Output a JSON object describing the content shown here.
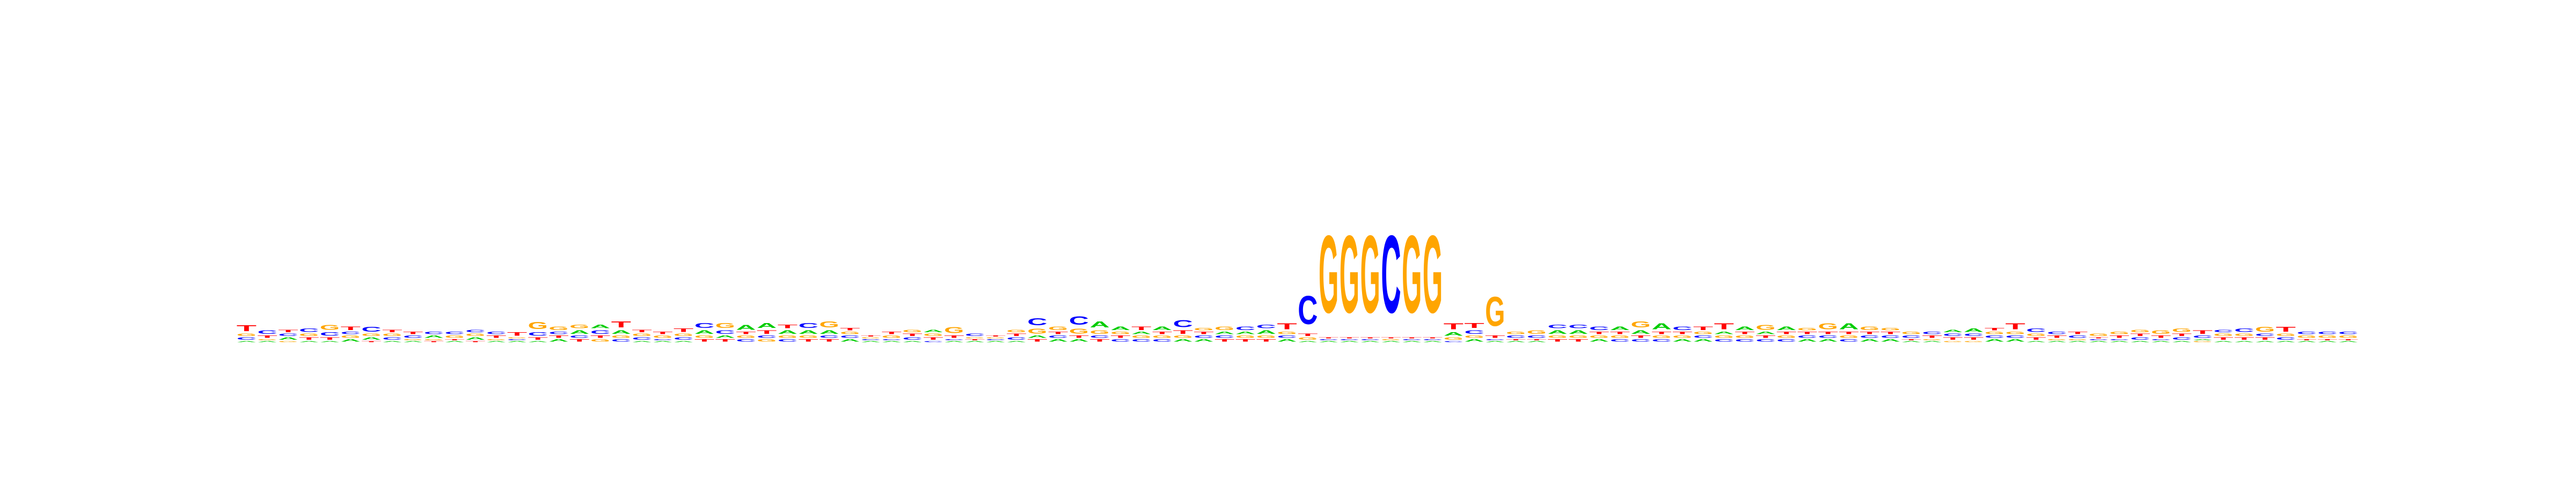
{
  "chart_data": {
    "type": "sequence_logo",
    "alphabet": [
      "A",
      "C",
      "G",
      "T"
    ],
    "colors": {
      "A": "#00cc00",
      "C": "#0000ff",
      "G": "#ffa500",
      "T": "#ff0000"
    },
    "title": "",
    "xlabel": "",
    "ylabel": "",
    "axes_visible": false,
    "ylim": [
      0,
      2
    ],
    "positions": [
      {
        "C": 0.02,
        "G": 0.02,
        "T": 0.05,
        "A": 0.01
      },
      {
        "A": 0.01,
        "C": 0.03,
        "G": 0.01,
        "T": 0.02
      },
      {
        "A": 0.02,
        "G": 0.01,
        "C": 0.02,
        "T": 0.02
      },
      {
        "A": 0.01,
        "T": 0.02,
        "C": 0.03,
        "G": 0.02
      },
      {
        "A": 0.01,
        "T": 0.02,
        "C": 0.03,
        "G": 0.04
      },
      {
        "A": 0.02,
        "G": 0.02,
        "T": 0.03,
        "C": 0.02
      },
      {
        "T": 0.01,
        "A": 0.02,
        "G": 0.02,
        "C": 0.04
      },
      {
        "A": 0.01,
        "C": 0.02,
        "G": 0.02,
        "T": 0.02
      },
      {
        "A": 0.01,
        "G": 0.01,
        "C": 0.02,
        "T": 0.02
      },
      {
        "A": 0.02,
        "C": 0.02,
        "T": 0.01,
        "G": 0.01
      },
      {
        "A": 0.01,
        "T": 0.01,
        "G": 0.02,
        "C": 0.02
      },
      {
        "A": 0.02,
        "G": 0.02,
        "C": 0.02,
        "T": 0.01
      },
      {
        "A": 0.01,
        "T": 0.02,
        "C": 0.02,
        "G": 0.01
      },
      {
        "A": 0.01,
        "C": 0.01,
        "T": 0.03,
        "G": 0.01
      },
      {
        "A": 0.01,
        "C": 0.03,
        "T": 0.02,
        "G": 0.06
      },
      {
        "A": 0.02,
        "G": 0.03,
        "T": 0.02,
        "C": 0.02
      },
      {
        "A": 0.03,
        "T": 0.02,
        "C": 0.02,
        "G": 0.03
      },
      {
        "C": 0.03,
        "A": 0.03,
        "G": 0.02,
        "T": 0.02
      },
      {
        "C": 0.02,
        "G": 0.02,
        "A": 0.03,
        "T": 0.05
      },
      {
        "A": 0.01,
        "C": 0.02,
        "G": 0.02,
        "T": 0.02
      },
      {
        "A": 0.01,
        "C": 0.01,
        "G": 0.02,
        "T": 0.02
      },
      {
        "A": 0.01,
        "C": 0.02,
        "G": 0.02,
        "T": 0.03
      },
      {
        "T": 0.02,
        "A": 0.03,
        "G": 0.02,
        "C": 0.04
      },
      {
        "T": 0.02,
        "C": 0.03,
        "A": 0.02,
        "G": 0.04
      },
      {
        "C": 0.02,
        "G": 0.02,
        "T": 0.02,
        "A": 0.04
      },
      {
        "G": 0.02,
        "T": 0.03,
        "C": 0.02,
        "A": 0.04
      },
      {
        "C": 0.02,
        "G": 0.02,
        "A": 0.03,
        "T": 0.03
      },
      {
        "T": 0.02,
        "G": 0.02,
        "A": 0.03,
        "C": 0.04
      },
      {
        "T": 0.02,
        "C": 0.02,
        "A": 0.03,
        "G": 0.05
      },
      {
        "A": 0.02,
        "C": 0.02,
        "G": 0.02,
        "T": 0.02
      },
      {
        "A": 0.01,
        "C": 0.01,
        "G": 0.01,
        "T": 0.01
      },
      {
        "A": 0.01,
        "C": 0.01,
        "G": 0.02,
        "T": 0.02
      },
      {
        "A": 0.01,
        "C": 0.02,
        "T": 0.02,
        "G": 0.02
      },
      {
        "T": 0.02,
        "G": 0.02,
        "A": 0.02,
        "C": 0.01
      },
      {
        "A": 0.01,
        "C": 0.01,
        "T": 0.02,
        "G": 0.05
      },
      {
        "A": 0.01,
        "T": 0.01,
        "C": 0.02,
        "G": 0.01
      },
      {
        "A": 0.01,
        "C": 0.01,
        "G": 0.01,
        "T": 0.01
      },
      {
        "A": 0.01,
        "C": 0.02,
        "T": 0.02,
        "G": 0.02
      },
      {
        "T": 0.02,
        "A": 0.02,
        "G": 0.04,
        "C": 0.06
      },
      {
        "A": 0.02,
        "C": 0.02,
        "T": 0.02,
        "G": 0.03
      },
      {
        "A": 0.02,
        "T": 0.02,
        "G": 0.04,
        "C": 0.07
      },
      {
        "T": 0.02,
        "C": 0.02,
        "G": 0.03,
        "A": 0.05
      },
      {
        "C": 0.02,
        "T": 0.02,
        "G": 0.02,
        "A": 0.03
      },
      {
        "C": 0.02,
        "G": 0.02,
        "A": 0.02,
        "T": 0.03
      },
      {
        "C": 0.02,
        "G": 0.02,
        "T": 0.02,
        "A": 0.03
      },
      {
        "A": 0.02,
        "G": 0.02,
        "T": 0.03,
        "C": 0.06
      },
      {
        "A": 0.02,
        "C": 0.02,
        "T": 0.02,
        "G": 0.02
      },
      {
        "T": 0.02,
        "C": 0.02,
        "A": 0.02,
        "G": 0.03
      },
      {
        "T": 0.02,
        "G": 0.02,
        "A": 0.02,
        "C": 0.03
      },
      {
        "T": 0.02,
        "G": 0.02,
        "A": 0.03,
        "C": 0.03
      },
      {
        "A": 0.02,
        "C": 0.02,
        "G": 0.02,
        "T": 0.05
      },
      {
        "A": 0.01,
        "G": 0.02,
        "T": 0.02,
        "C": 0.24
      },
      {
        "A": 0.01,
        "C": 0.01,
        "T": 0.01,
        "G": 0.66
      },
      {
        "A": 0.01,
        "C": 0.01,
        "T": 0.01,
        "G": 0.66
      },
      {
        "A": 0.01,
        "C": 0.01,
        "T": 0.01,
        "G": 0.66
      },
      {
        "A": 0.01,
        "G": 0.01,
        "T": 0.01,
        "C": 0.66
      },
      {
        "A": 0.01,
        "C": 0.01,
        "T": 0.01,
        "G": 0.66
      },
      {
        "A": 0.01,
        "C": 0.01,
        "T": 0.01,
        "G": 0.66
      },
      {
        "C": 0.01,
        "G": 0.02,
        "A": 0.03,
        "T": 0.05
      },
      {
        "A": 0.02,
        "G": 0.02,
        "C": 0.03,
        "T": 0.04
      },
      {
        "A": 0.01,
        "C": 0.01,
        "T": 0.02,
        "G": 0.25
      },
      {
        "A": 0.01,
        "T": 0.01,
        "C": 0.02,
        "G": 0.02
      },
      {
        "A": 0.01,
        "T": 0.01,
        "C": 0.02,
        "G": 0.03
      },
      {
        "T": 0.02,
        "G": 0.02,
        "A": 0.03,
        "C": 0.03
      },
      {
        "T": 0.02,
        "G": 0.02,
        "A": 0.03,
        "C": 0.03
      },
      {
        "A": 0.02,
        "G": 0.02,
        "T": 0.02,
        "C": 0.03
      },
      {
        "C": 0.02,
        "G": 0.02,
        "T": 0.02,
        "A": 0.03
      },
      {
        "C": 0.02,
        "T": 0.02,
        "A": 0.03,
        "G": 0.05
      },
      {
        "C": 0.02,
        "G": 0.02,
        "T": 0.02,
        "A": 0.05
      },
      {
        "A": 0.02,
        "G": 0.02,
        "T": 0.02,
        "C": 0.03
      },
      {
        "A": 0.02,
        "C": 0.02,
        "G": 0.02,
        "T": 0.03
      },
      {
        "C": 0.02,
        "G": 0.02,
        "A": 0.02,
        "T": 0.05
      },
      {
        "C": 0.02,
        "G": 0.02,
        "T": 0.02,
        "A": 0.03
      },
      {
        "C": 0.02,
        "T": 0.02,
        "A": 0.02,
        "G": 0.04
      },
      {
        "C": 0.02,
        "G": 0.02,
        "T": 0.02,
        "A": 0.03
      },
      {
        "A": 0.02,
        "C": 0.02,
        "T": 0.02,
        "G": 0.02
      },
      {
        "A": 0.02,
        "C": 0.02,
        "T": 0.02,
        "G": 0.05
      },
      {
        "C": 0.02,
        "G": 0.02,
        "T": 0.02,
        "A": 0.05
      },
      {
        "A": 0.02,
        "C": 0.02,
        "T": 0.02,
        "G": 0.03
      },
      {
        "A": 0.02,
        "C": 0.02,
        "T": 0.02,
        "G": 0.02
      },
      {
        "A": 0.01,
        "T": 0.01,
        "C": 0.02,
        "G": 0.02
      },
      {
        "A": 0.01,
        "G": 0.01,
        "T": 0.02,
        "C": 0.02
      },
      {
        "G": 0.01,
        "T": 0.02,
        "C": 0.02,
        "A": 0.02
      },
      {
        "G": 0.01,
        "T": 0.02,
        "C": 0.02,
        "A": 0.03
      },
      {
        "A": 0.02,
        "C": 0.02,
        "G": 0.02,
        "T": 0.02
      },
      {
        "A": 0.02,
        "C": 0.02,
        "G": 0.02,
        "T": 0.05
      },
      {
        "A": 0.01,
        "T": 0.02,
        "G": 0.02,
        "C": 0.03
      },
      {
        "A": 0.01,
        "G": 0.01,
        "T": 0.02,
        "C": 0.02
      },
      {
        "A": 0.01,
        "C": 0.02,
        "T": 0.02,
        "G": 0.01
      },
      {
        "A": 0.01,
        "C": 0.01,
        "T": 0.01,
        "G": 0.02
      },
      {
        "A": 0.01,
        "C": 0.01,
        "T": 0.02,
        "G": 0.02
      },
      {
        "A": 0.01,
        "C": 0.02,
        "T": 0.02,
        "G": 0.02
      },
      {
        "A": 0.01,
        "C": 0.01,
        "T": 0.02,
        "G": 0.03
      },
      {
        "A": 0.01,
        "C": 0.02,
        "T": 0.02,
        "G": 0.03
      },
      {
        "C": 0.02,
        "G": 0.01,
        "A": 0.01,
        "T": 0.03
      },
      {
        "A": 0.01,
        "T": 0.02,
        "G": 0.02,
        "C": 0.02
      },
      {
        "A": 0.01,
        "T": 0.02,
        "G": 0.02,
        "C": 0.03
      },
      {
        "A": 0.01,
        "T": 0.02,
        "C": 0.02,
        "G": 0.04
      },
      {
        "A": 0.01,
        "C": 0.02,
        "G": 0.02,
        "T": 0.04
      },
      {
        "A": 0.01,
        "T": 0.01,
        "G": 0.02,
        "C": 0.02
      },
      {
        "A": 0.01,
        "T": 0.01,
        "G": 0.02,
        "C": 0.02
      },
      {
        "A": 0.01,
        "T": 0.01,
        "G": 0.02,
        "C": 0.02
      }
    ]
  }
}
